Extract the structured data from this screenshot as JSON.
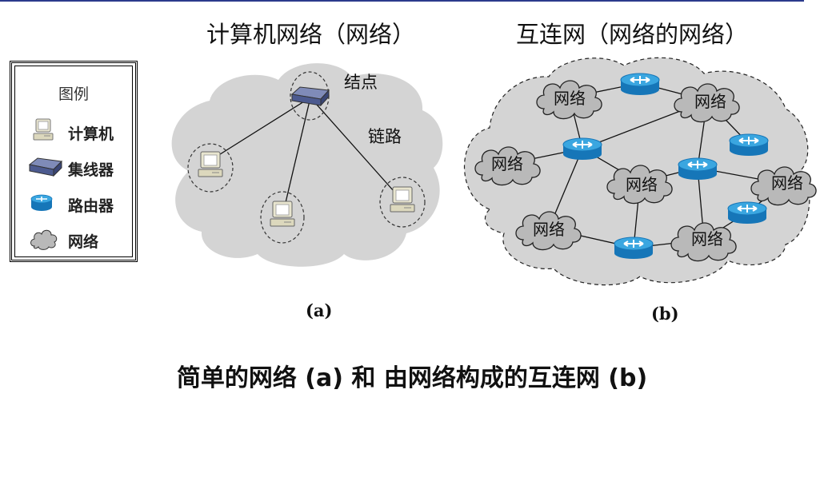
{
  "titles": {
    "left": "计算机网络（网络）",
    "right": "互连网（网络的网络）"
  },
  "legend": {
    "title": "图例",
    "items": [
      {
        "label": "计算机",
        "icon": "computer-icon"
      },
      {
        "label": "集线器",
        "icon": "hub-icon"
      },
      {
        "label": "路由器",
        "icon": "router-icon"
      },
      {
        "label": "网络",
        "icon": "network-cloud-icon"
      }
    ]
  },
  "diagram_a": {
    "node_label": "结点",
    "link_label": "链路",
    "sublabel": "(a)"
  },
  "diagram_b": {
    "network_label": "网络",
    "sublabel": "(b)"
  },
  "caption": "简单的网络 (a) 和 由网络构成的互连网 (b)",
  "colors": {
    "cloud_fill": "#d4d4d4",
    "small_cloud_fill": "#b9b9b9",
    "router": "#1a8ecf",
    "hub": "#5b6aa0",
    "accent_line": "#2b3a8c"
  }
}
